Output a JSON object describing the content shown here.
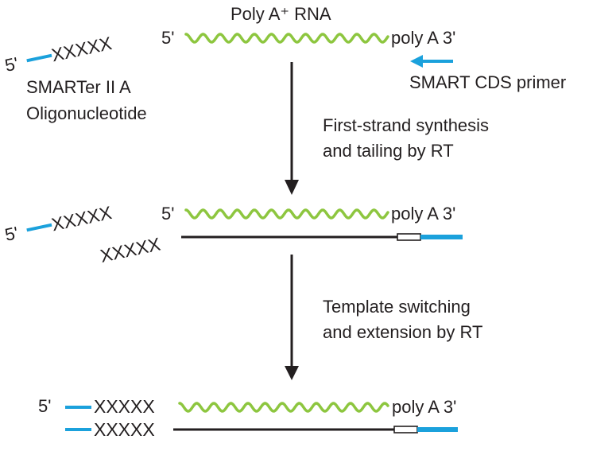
{
  "colors": {
    "rna_wave": "#8dc63f",
    "primer_blue": "#1ba1dc",
    "strand_black": "#231f20",
    "text": "#231f20"
  },
  "step1": {
    "rna_title": "Poly A⁺ RNA",
    "five_prime": "5'",
    "poly_a": "poly A 3'",
    "oligo_five": "5'",
    "oligo_x": "XXXXX",
    "oligo_name_line1": "SMARTer II A",
    "oligo_name_line2": "Oligonucleotide",
    "cds_primer": "SMART CDS primer"
  },
  "arrow1": {
    "line1": "First-strand synthesis",
    "line2": "and tailing by RT"
  },
  "step2": {
    "oligo_five": "5'",
    "oligo_x": "XXXXX",
    "five_prime": "5'",
    "poly_a": "poly A 3'",
    "tail_x": "XXXXX"
  },
  "arrow2": {
    "line1": "Template switching",
    "line2": "and extension by RT"
  },
  "step3": {
    "five_prime": "5'",
    "top_x": "XXXXX",
    "poly_a": "poly A 3'",
    "bottom_x": "XXXXX"
  }
}
